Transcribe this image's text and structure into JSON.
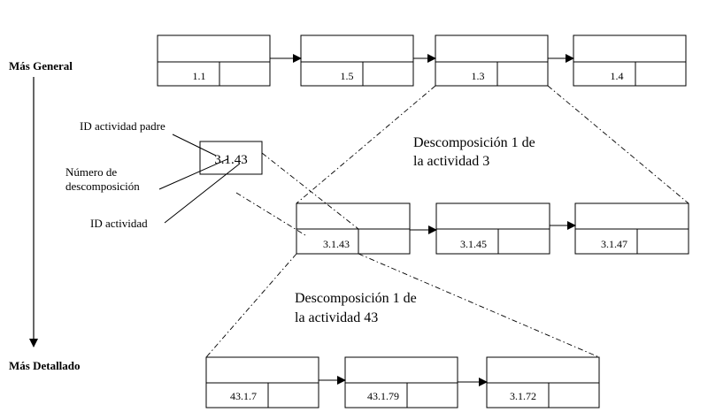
{
  "axis": {
    "top_label": "Más General",
    "bottom_label": "Más Detallado"
  },
  "legend": {
    "example_id": "3.1.43",
    "parent_label": "ID actividad padre",
    "decomp_line1": "Número de",
    "decomp_line2": "descomposición",
    "activity_label": "ID actividad"
  },
  "levels": [
    {
      "ids": [
        "1.1",
        "1.5",
        "1.3",
        "1.4"
      ]
    },
    {
      "ids": [
        "3.1.43",
        "3.1.45",
        "3.1.47"
      ]
    },
    {
      "ids": [
        "43.1.7",
        "43.1.79",
        "3.1.72"
      ]
    }
  ],
  "captions": {
    "decomp1_line1": "Descomposición 1 de",
    "decomp1_line2": "la actividad 3",
    "decomp2_line1": "Descomposición 1 de",
    "decomp2_line2": "la actividad 43"
  }
}
